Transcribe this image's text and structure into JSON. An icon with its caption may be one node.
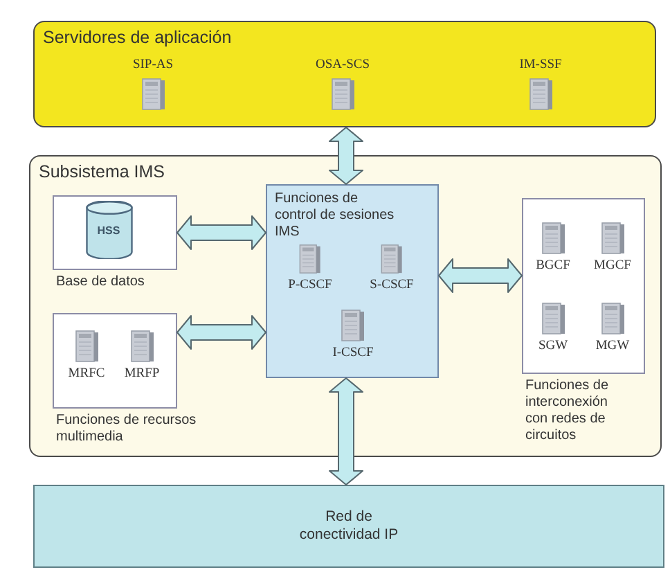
{
  "diagram": {
    "nodes": [
      {
        "text": [
          "Servidores de aplicación"
        ]
      },
      {
        "text": [
          "SIP-AS"
        ],
        "in": 0
      },
      {
        "text": [
          "OSA-SCS"
        ],
        "in": 0
      },
      {
        "text": [
          "IM-SSF"
        ],
        "in": 0
      },
      {
        "text": [
          "Subsistema IMS"
        ]
      },
      {
        "text": [
          "Base de datos"
        ],
        "in": 4
      },
      {
        "text": [
          "HSS"
        ],
        "in": 5
      },
      {
        "text": [
          "Funciones de control de sesiones IMS"
        ],
        "in": 4
      },
      {
        "text": [
          "P-CSCF"
        ],
        "in": 7
      },
      {
        "text": [
          "S-CSCF"
        ],
        "in": 7
      },
      {
        "text": [
          "I-CSCF"
        ],
        "in": 7
      },
      {
        "text": [
          "Funciones de recursos multimedia"
        ],
        "in": 4
      },
      {
        "text": [
          "MRFC"
        ],
        "in": 11
      },
      {
        "text": [
          "MRFP"
        ],
        "in": 11
      },
      {
        "text": [
          "Funciones de interconexión con redes de circuitos"
        ],
        "in": 4
      },
      {
        "text": [
          "BGCF"
        ],
        "in": 14
      },
      {
        "text": [
          "MGCF"
        ],
        "in": 14
      },
      {
        "text": [
          "SGW"
        ],
        "in": 14
      },
      {
        "text": [
          "MGW"
        ],
        "in": 14
      },
      {
        "text": [
          "Red de conectividad IP"
        ]
      }
    ],
    "edges": [
      {
        "from": 0,
        "to": 7,
        "arrow": "both"
      },
      {
        "from": 5,
        "to": 7,
        "arrow": "both"
      },
      {
        "from": 11,
        "to": 7,
        "arrow": "both"
      },
      {
        "from": 7,
        "to": 14,
        "arrow": "both"
      },
      {
        "from": 7,
        "to": 19,
        "arrow": "both"
      }
    ]
  }
}
